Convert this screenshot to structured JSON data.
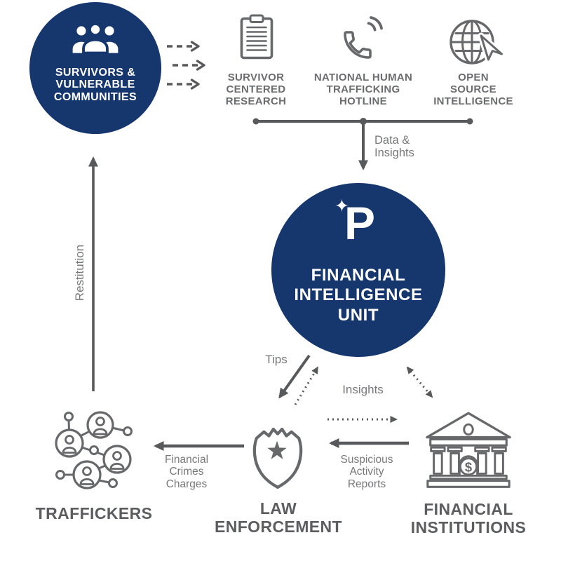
{
  "colors": {
    "navy": "#16366e",
    "icon_gray": "#67686a",
    "arrow_gray": "#58595b",
    "caption_gray": "#6b6c6e",
    "big_caption_gray": "#5c5d5f",
    "flow_label_gray": "#77787a",
    "white": "#ffffff"
  },
  "nodes": {
    "survivors": {
      "label": "SURVIVORS &\nVULNERABLE\nCOMMUNITIES",
      "icon": "people-group-icon"
    },
    "sources": [
      {
        "label": "SURVIVOR\nCENTERED\nRESEARCH",
        "icon": "clipboard-icon"
      },
      {
        "label": "NATIONAL HUMAN\nTRAFFICKING\nHOTLINE",
        "icon": "phone-hotline-icon"
      },
      {
        "label": "OPEN\nSOURCE\nINTELLIGENCE",
        "icon": "globe-cursor-icon"
      }
    ],
    "fiu": {
      "sparkle": "✦",
      "logo_letter": "P",
      "label": "FINANCIAL\nINTELLIGENCE\nUNIT"
    },
    "law_enforcement": {
      "label": "LAW\nENFORCEMENT",
      "icon": "police-badge-icon"
    },
    "financial_institutions": {
      "label": "FINANCIAL\nINSTITUTIONS",
      "icon": "bank-icon",
      "dollar": "$"
    },
    "traffickers": {
      "label": "TRAFFICKERS",
      "icon": "network-people-icon"
    }
  },
  "flows": {
    "data_insights": "Data &\nInsights",
    "tips": "Tips",
    "insights": "Insights",
    "suspicious_activity_reports": "Suspicious\nActivity\nReports",
    "financial_crimes_charges": "Financial\nCrimes\nCharges",
    "restitution": "Restitution"
  }
}
